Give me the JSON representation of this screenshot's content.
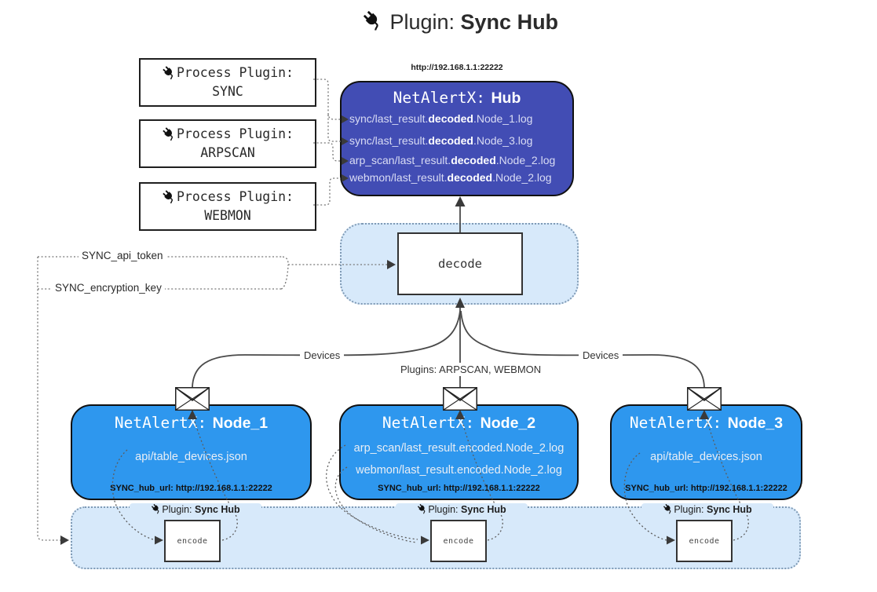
{
  "title": {
    "icon": "plug-icon",
    "prefix": "Plugin:",
    "name": "Sync Hub"
  },
  "hub": {
    "url": "http://192.168.1.1:22222",
    "title_prefix": "NetAlertX:",
    "title_name": "Hub",
    "logs": [
      {
        "pre": "sync/last_result.",
        "mid": "decoded",
        "post": ".Node_1.log"
      },
      {
        "pre": "sync/last_result.",
        "mid": "decoded",
        "post": ".Node_3.log"
      },
      {
        "pre": "arp_scan/last_result.",
        "mid": "decoded",
        "post": ".Node_2.log"
      },
      {
        "pre": "webmon/last_result.",
        "mid": "decoded",
        "post": ".Node_2.log"
      }
    ]
  },
  "process_plugins": [
    {
      "label": "Process Plugin:",
      "name": "SYNC"
    },
    {
      "label": "Process Plugin:",
      "name": "ARPSCAN"
    },
    {
      "label": "Process Plugin:",
      "name": "WEBMON"
    }
  ],
  "decode_label": "decode",
  "settings": {
    "api_token": "SYNC_api_token",
    "encryption_key": "SYNC_encryption_key"
  },
  "edges": {
    "devices_left": "Devices",
    "plugins_center": "Plugins: ARPSCAN, WEBMON",
    "devices_right": "Devices"
  },
  "nodes": [
    {
      "title_prefix": "NetAlertX:",
      "title_name": "Node_1",
      "files": [
        "api/table_devices.json"
      ],
      "hub_url": "SYNC_hub_url: http://192.168.1.1:22222"
    },
    {
      "title_prefix": "NetAlertX:",
      "title_name": "Node_2",
      "files": [
        "arp_scan/last_result.encoded.Node_2.log",
        "webmon/last_result.encoded.Node_2.log"
      ],
      "hub_url": "SYNC_hub_url: http://192.168.1.1:22222"
    },
    {
      "title_prefix": "NetAlertX:",
      "title_name": "Node_3",
      "files": [
        "api/table_devices.json"
      ],
      "hub_url": "SYNC_hub_url: http://192.168.1.1:22222"
    }
  ],
  "encode": {
    "label_prefix": "Plugin:",
    "label_name": "Sync Hub",
    "box_label": "encode"
  },
  "colors": {
    "hub_bg": "#424db4",
    "node_bg": "#2e97ee",
    "panel_bg": "#d7e9fa",
    "panel_border": "#7f9ab5",
    "line": "#4a4a4a",
    "dotted": "#6e6e6e"
  }
}
